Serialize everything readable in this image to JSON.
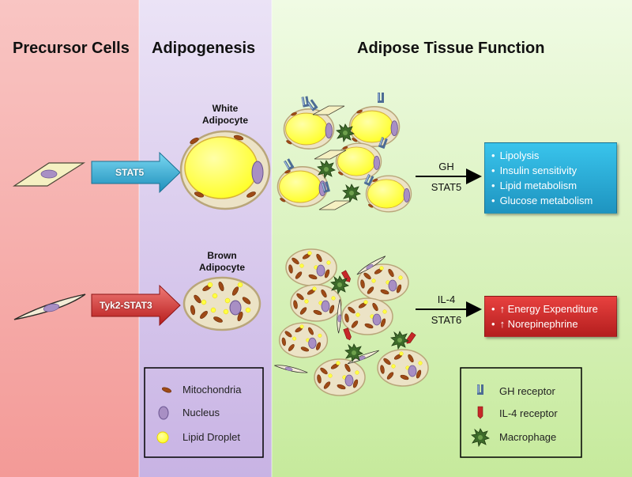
{
  "headers": {
    "precursor": "Precursor Cells",
    "adipogenesis": "Adipogenesis",
    "function": "Adipose Tissue  Function"
  },
  "white": {
    "label_line1": "White",
    "label_line2": "Adipocyte",
    "pathway": "STAT5",
    "signal": "GH",
    "transducer": "STAT5",
    "effects": [
      "Lipolysis",
      "Insulin sensitivity",
      "Lipid metabolism",
      "Glucose metabolism"
    ]
  },
  "brown": {
    "label_line1": "Brown",
    "label_line2": "Adipocyte",
    "pathway": "Tyk2-STAT3",
    "signal": "IL-4",
    "transducer": "STAT6",
    "effects": [
      "↑ Energy Expenditure",
      "↑ Norepinephrine"
    ]
  },
  "legend_left": {
    "items": [
      "Mitochondria",
      "Nucleus",
      "Lipid Droplet"
    ],
    "icons": [
      "mitochondria-icon",
      "nucleus-icon",
      "lipid-droplet-icon"
    ]
  },
  "legend_right": {
    "items": [
      "GH receptor",
      "IL-4 receptor",
      "Macrophage"
    ],
    "icons": [
      "gh-receptor-icon",
      "il4-receptor-icon",
      "macrophage-icon"
    ]
  },
  "colors": {
    "precursor_bg": "#f4a7a4",
    "adipogenesis_bg": "#d9c8ec",
    "function_bg": "#d5f0b5",
    "lipid": "#ffff33",
    "mitochondria": "#9e4a16",
    "nucleus": "#a88fc4",
    "white_arrow": "#2bb0d8",
    "brown_arrow": "#d32f2f",
    "gh_receptor": "#4d6c95",
    "il4_receptor": "#c62828",
    "macrophage": "#3d6b2a"
  }
}
